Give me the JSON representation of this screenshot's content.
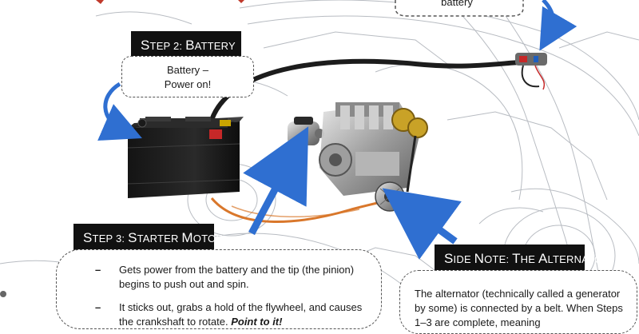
{
  "top_note": {
    "text": "battery"
  },
  "step2": {
    "title_first": "S",
    "title_rest": "TEP 2: ",
    "title_first2": "B",
    "title_rest2": "ATTERY",
    "note_line1": "Battery –",
    "note_line2": "Power on!"
  },
  "step3": {
    "title_first": "S",
    "title_rest": "TEP 3: ",
    "title_first2": "S",
    "title_rest2": "TARTER ",
    "title_first3": "M",
    "title_rest3": "OTOR",
    "bullets": [
      {
        "marker": "–",
        "text": "Gets power from the battery and the tip (the pinion) begins to push out and spin."
      },
      {
        "marker": "–",
        "text": "It sticks out, grabs a hold of the flywheel, and causes the crankshaft to rotate.",
        "emphasis": "Point to it!"
      }
    ]
  },
  "side_note": {
    "title_first": "S",
    "title_rest": "IDE ",
    "title_first2": "N",
    "title_rest2": "OTE: ",
    "title_first3": "T",
    "title_rest3": "HE ",
    "title_first4": "A",
    "title_rest4": "LTERNATOR",
    "body": "The alternator (technically called a generator by some) is connected by a belt. When Steps 1–3 are complete, meaning"
  },
  "colors": {
    "label_bg": "#111111",
    "arrow_blue": "#2f6fd1",
    "cable_black": "#1c1c1c",
    "cable_orange": "#d9772b",
    "sketch_gray": "#b8bcc2",
    "heading_red": "#c0392b"
  }
}
